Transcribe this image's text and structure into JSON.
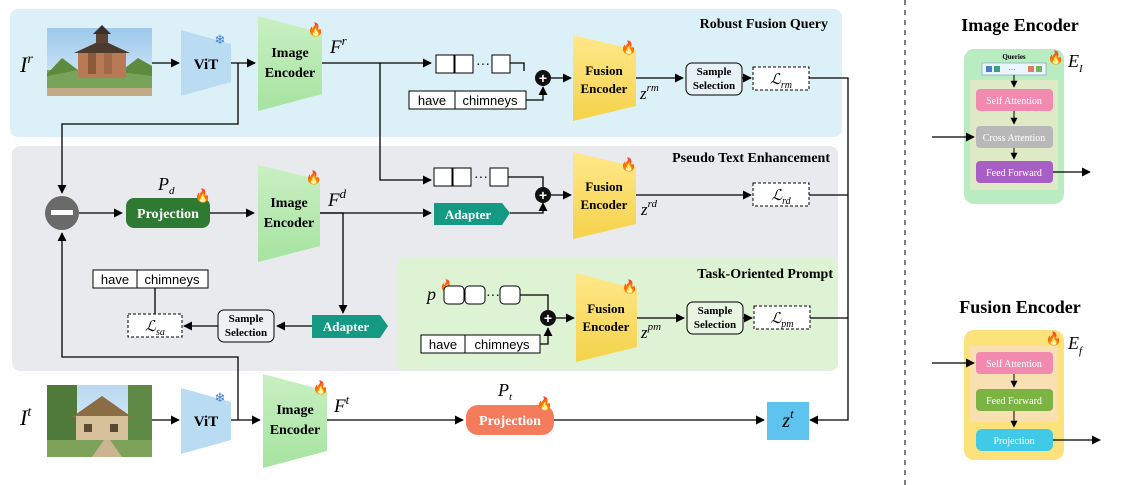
{
  "sections": {
    "robust": "Robust Fusion Query",
    "pseudo": "Pseudo Text Enhancement",
    "task": "Task-Oriented Prompt"
  },
  "symbols": {
    "ir": "I",
    "ir_sup": "r",
    "it": "I",
    "it_sup": "t",
    "fr": "F",
    "fr_sup": "r",
    "fd": "F",
    "fd_sup": "d",
    "ft": "F",
    "ft_sup": "t",
    "pd": "P",
    "pd_sub": "d",
    "pt": "P",
    "pt_sub": "t",
    "p": "p",
    "zrm": "z",
    "zrm_sup": "rm",
    "zrd": "z",
    "zrd_sup": "rd",
    "zpm": "z",
    "zpm_sup": "pm",
    "zt": "z",
    "zt_sup": "t",
    "lrm": "ℒ",
    "lrm_sub": "rm",
    "lrd": "ℒ",
    "lrd_sub": "rd",
    "lpm": "ℒ",
    "lpm_sub": "pm",
    "lsa": "ℒ",
    "lsa_sub": "sa",
    "ei": "E",
    "ei_sub": "I",
    "ef": "E",
    "ef_sub": "f"
  },
  "blocks": {
    "vit": "ViT",
    "image_encoder_1": "Image",
    "image_encoder_2": "Encoder",
    "fusion_encoder_1": "Fusion",
    "fusion_encoder_2": "Encoder",
    "sample_1": "Sample",
    "sample_2": "Selection",
    "projection": "Projection",
    "adapter": "Adapter",
    "ellipsis": "···",
    "plus": "+"
  },
  "text_tokens": [
    "have",
    "chimneys"
  ],
  "panels": {
    "image_encoder_title": "Image Encoder",
    "fusion_encoder_title": "Fusion Encoder",
    "queries": "Queries",
    "self_attention": "Self Attention",
    "cross_attention": "Cross Attention",
    "feed_forward": "Feed Forward",
    "projection": "Projection"
  }
}
